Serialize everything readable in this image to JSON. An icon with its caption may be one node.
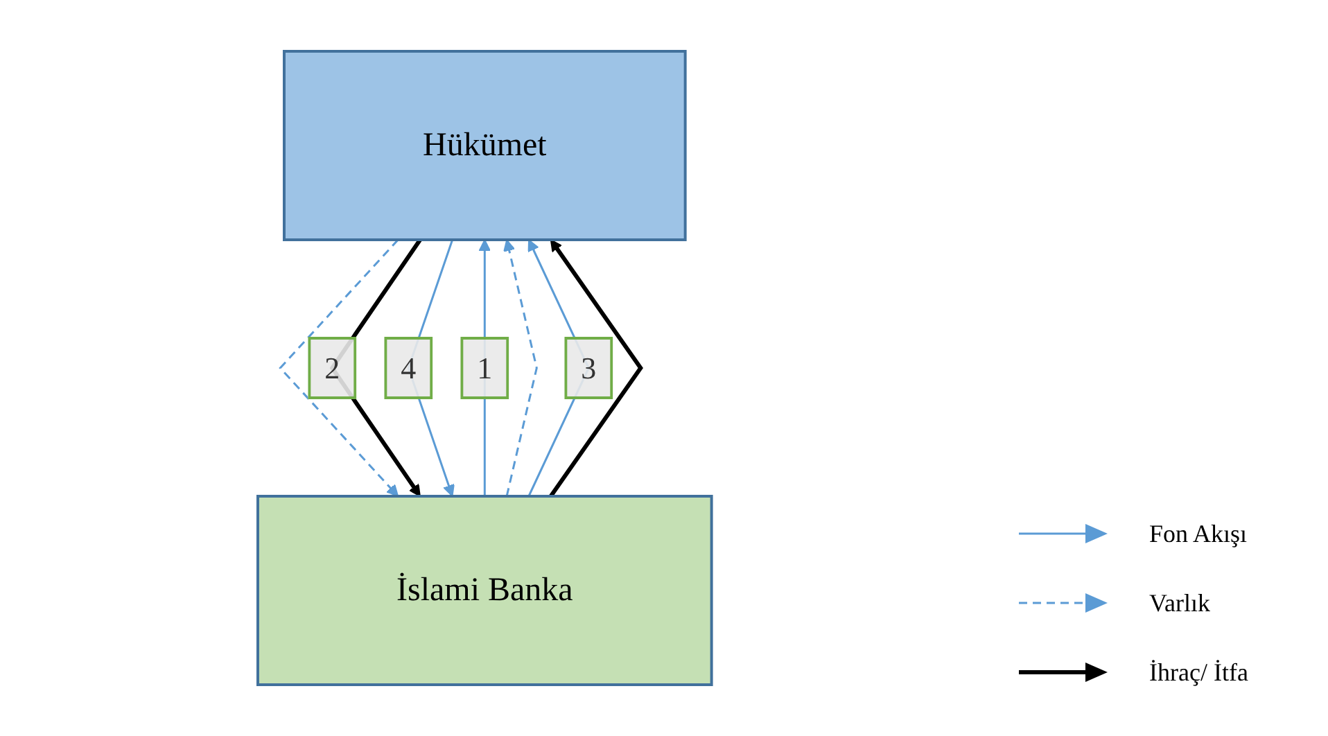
{
  "diagram": {
    "nodes": [
      {
        "text": [
          "Hükümet"
        ]
      },
      {
        "text": [
          "İslami Banka"
        ]
      }
    ],
    "edges": [
      {
        "from": 1,
        "to": 0,
        "arrow": "to",
        "label": "1"
      },
      {
        "from": 0,
        "to": 1,
        "arrow": "to",
        "style": "dashed"
      },
      {
        "from": 1,
        "to": 0,
        "arrow": "to",
        "style": "dashed"
      },
      {
        "from": 0,
        "to": 1,
        "arrow": "to",
        "style": "thick",
        "color": "#000000",
        "label": "2"
      },
      {
        "from": 1,
        "to": 0,
        "arrow": "to",
        "label": "3"
      },
      {
        "from": 0,
        "to": 1,
        "arrow": "to",
        "label": "4"
      },
      {
        "from": 1,
        "to": 0,
        "arrow": "to",
        "style": "thick",
        "color": "#000000"
      }
    ],
    "legend": [
      {
        "text": "Fon Akışı"
      },
      {
        "text": "Varlık"
      },
      {
        "text": "İhraç/ İtfa"
      }
    ]
  }
}
